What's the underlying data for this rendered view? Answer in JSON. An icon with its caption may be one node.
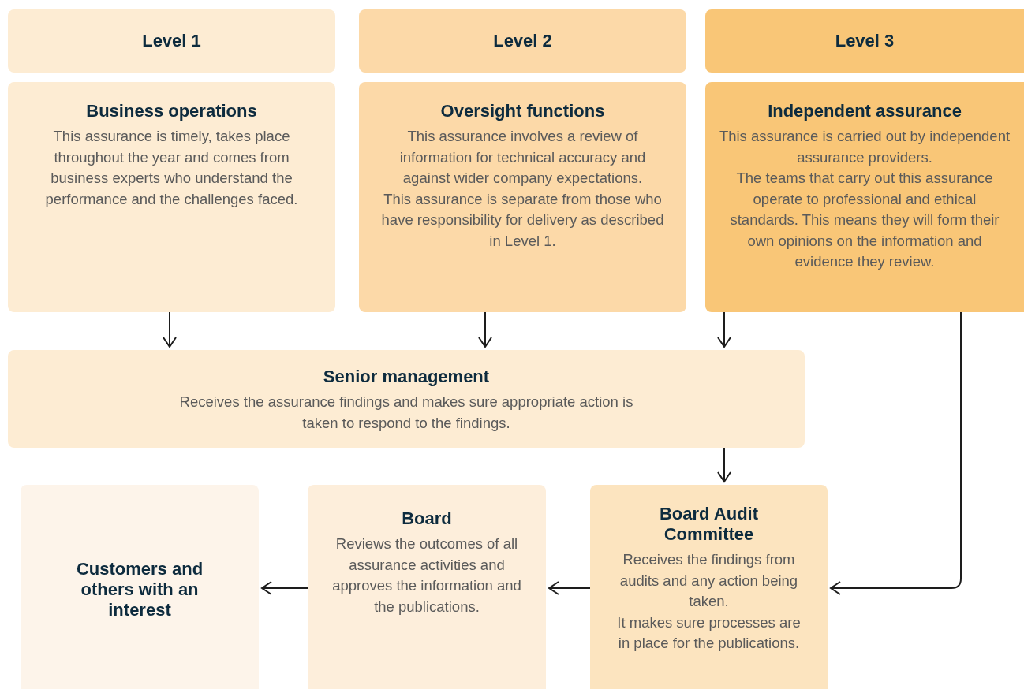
{
  "diagram": {
    "nodes": [
      {
        "text": [
          "Level 1"
        ]
      },
      {
        "text": [
          "Business operations",
          "This assurance is timely, takes place throughout the year and comes from business experts who understand the performance and the challenges faced."
        ]
      },
      {
        "text": [
          "Level 2"
        ]
      },
      {
        "text": [
          "Oversight functions",
          "This assurance involves a review of information for technical accuracy and against wider company expectations.",
          "This assurance is separate from those who have responsibility for delivery as described in Level 1."
        ]
      },
      {
        "text": [
          "Level 3"
        ]
      },
      {
        "text": [
          "Independent assurance",
          "This assurance is carried out by independent assurance providers.",
          "The teams that carry out this assurance operate to professional and ethical standards. This means they will form their own opinions on the information and evidence they review."
        ]
      },
      {
        "text": [
          "Senior management",
          "Receives the assurance findings and makes sure appropriate action is taken to respond to the findings."
        ]
      },
      {
        "text": [
          "Customers and others with an interest"
        ]
      },
      {
        "text": [
          "Board",
          "Reviews the outcomes of all assurance activities and approves the information and the publications."
        ]
      },
      {
        "text": [
          "Board Audit Committee",
          "Receives the findings from audits and any action being taken.",
          "It makes sure processes are in place for the publications."
        ]
      }
    ],
    "edges": [
      {
        "from": 1,
        "to": 6,
        "arrow": "to"
      },
      {
        "from": 3,
        "to": 6,
        "arrow": "to"
      },
      {
        "from": 5,
        "to": 6,
        "arrow": "to"
      },
      {
        "from": 6,
        "to": 9,
        "arrow": "to"
      },
      {
        "from": 5,
        "to": 9,
        "arrow": "to"
      },
      {
        "from": 9,
        "to": 8,
        "arrow": "to"
      },
      {
        "from": 8,
        "to": 7,
        "arrow": "to"
      }
    ]
  }
}
